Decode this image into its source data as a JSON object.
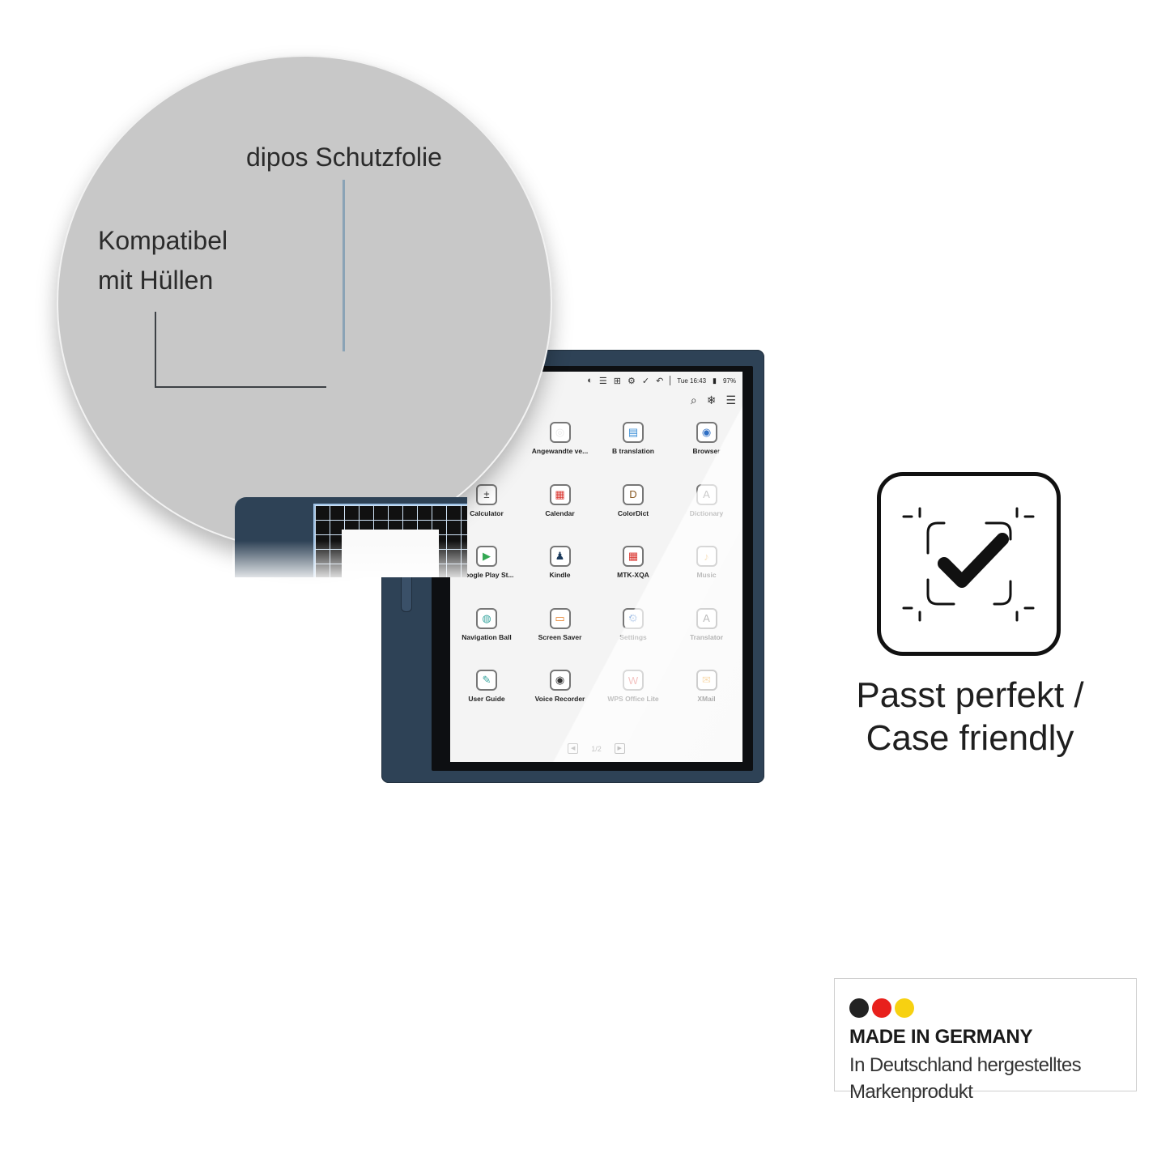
{
  "callouts": {
    "film_label": "dipos Schutzfolie",
    "case_label_line1": "Kompatibel",
    "case_label_line2": "mit Hüllen"
  },
  "device": {
    "statusbar": {
      "icons": [
        "brightness-icon",
        "menu-icon",
        "apps-grid-icon",
        "settings-circle-icon",
        "check-circle-icon",
        "back-icon"
      ],
      "time": "Tue 16:43",
      "battery": "97%"
    },
    "toolbar_icons": [
      "search-icon",
      "snowflake-icon",
      "sort-list-icon"
    ],
    "apps": [
      {
        "label": "Angewandte ve...",
        "icon": "angewandte-icon",
        "color": "#e9e9e9"
      },
      {
        "label": "B translation",
        "icon": "translation-doc-icon",
        "color": "#3b8fd8"
      },
      {
        "label": "Browser",
        "icon": "browser-icon",
        "color": "#2f6fc4"
      },
      {
        "label": "Calculator",
        "icon": "calculator-icon",
        "color": "#ffffff"
      },
      {
        "label": "Calendar",
        "icon": "calendar-icon",
        "color": "#d9312b"
      },
      {
        "label": "ColorDict",
        "icon": "dictionary-book-icon",
        "color": "#8a5a24"
      },
      {
        "label": "Dictionary",
        "icon": "dictionary-icon",
        "color": "#ffffff"
      },
      {
        "label": "Google Play St...",
        "icon": "play-store-icon",
        "color": "#34a853"
      },
      {
        "label": "Kindle",
        "icon": "kindle-icon",
        "color": "#1b3a5c"
      },
      {
        "label": "MTK-XQA",
        "icon": "mtk-calendar-icon",
        "color": "#d9312b"
      },
      {
        "label": "Music",
        "icon": "music-icon",
        "color": "#e69a28"
      },
      {
        "label": "Navigation Ball",
        "icon": "navigation-ball-icon",
        "color": "#3aa6a0"
      },
      {
        "label": "Screen Saver",
        "icon": "screen-saver-icon",
        "color": "#e57c23"
      },
      {
        "label": "Settings",
        "icon": "settings-gear-icon",
        "color": "#2f6fc4"
      },
      {
        "label": "Translator",
        "icon": "translator-icon",
        "color": "#ffffff"
      },
      {
        "label": "User Guide",
        "icon": "user-guide-icon",
        "color": "#3aa6a0"
      },
      {
        "label": "Voice Recorder",
        "icon": "voice-recorder-icon",
        "color": "#ffffff"
      },
      {
        "label": "WPS Office Lite",
        "icon": "wps-office-icon",
        "color": "#d9312b"
      },
      {
        "label": "XMail",
        "icon": "mail-icon",
        "color": "#f0a02a"
      }
    ],
    "pager": "1/2"
  },
  "badge": {
    "icon": "case-friendly-check-icon",
    "caption_line1": "Passt perfekt /",
    "caption_line2": "Case friendly"
  },
  "made_in_germany": {
    "flag_colors": [
      "#222222",
      "#e8201c",
      "#f7d111"
    ],
    "title": "MADE IN GERMANY",
    "subtitle_line1": "In Deutschland hergestelltes",
    "subtitle_line2": "Markenprodukt"
  }
}
